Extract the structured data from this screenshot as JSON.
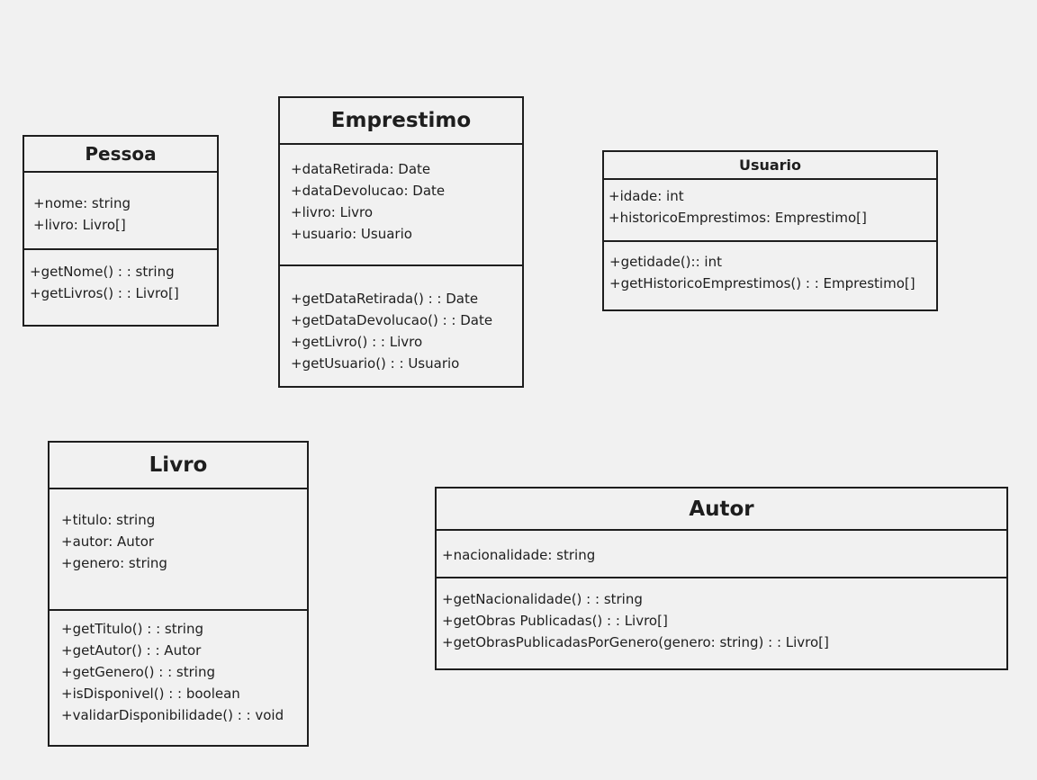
{
  "classes": {
    "pessoa": {
      "name": "Pessoa",
      "attributes": [
        "+nome: string",
        "+livro: Livro[]"
      ],
      "operations": [
        "+getNome() : : string",
        "+getLivros() : : Livro[]"
      ]
    },
    "emprestimo": {
      "name": "Emprestimo",
      "attributes": [
        "+dataRetirada: Date",
        "+dataDevolucao: Date",
        "+livro: Livro",
        "+usuario: Usuario"
      ],
      "operations": [
        "+getDataRetirada() : : Date",
        "+getDataDevolucao() : : Date",
        "+getLivro() : : Livro",
        "+getUsuario() : : Usuario"
      ]
    },
    "usuario": {
      "name": "Usuario",
      "attributes": [
        "+idade: int",
        "+historicoEmprestimos: Emprestimo[]"
      ],
      "operations": [
        "+getidade():: int",
        "+getHistoricoEmprestimos() : : Emprestimo[]"
      ]
    },
    "livro": {
      "name": "Livro",
      "attributes": [
        "+titulo: string",
        "+autor: Autor",
        "+genero: string"
      ],
      "operations": [
        "+getTitulo() : : string",
        "+getAutor() : : Autor",
        "+getGenero() : : string",
        "+isDisponivel() : : boolean",
        "+validarDisponibilidade() : : void"
      ]
    },
    "autor": {
      "name": "Autor",
      "attributes": [
        "+nacionalidade: string"
      ],
      "operations": [
        "+getNacionalidade() : : string",
        "+getObras Publicadas() : : Livro[]",
        "+getObrasPublicadasPorGenero(genero: string) : : Livro[]"
      ]
    }
  },
  "colors": {
    "background": "#f1f1f1",
    "stroke": "#1e1e1e"
  }
}
